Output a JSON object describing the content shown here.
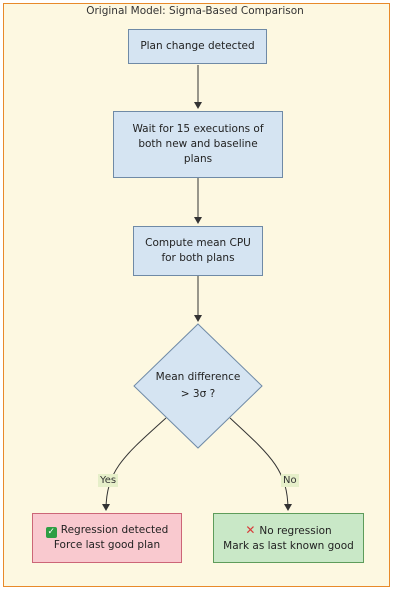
{
  "diagram": {
    "title": "Original Model: Sigma-Based Comparison",
    "nodes": {
      "plan_change": "Plan change detected",
      "wait_line1": "Wait for 15 executions of",
      "wait_line2": "both new and baseline",
      "wait_line3": "plans",
      "compute_line1": "Compute mean CPU",
      "compute_line2": "for both plans",
      "decision_line1": "Mean difference",
      "decision_line2": "> 3σ ?",
      "regression_line1": "Regression detected",
      "regression_line2": "Force last good plan",
      "no_regression_line1": "No regression",
      "no_regression_line2": "Mark as last known good"
    },
    "edges": {
      "yes_label": "Yes",
      "no_label": "No"
    },
    "icons": {
      "check": "check-icon",
      "cross": "cross-icon"
    },
    "colors": {
      "frame_border": "#e88a2a",
      "frame_fill": "#fdf8e1",
      "process_fill": "#d5e4f2",
      "regression_fill": "#f9c9cf",
      "ok_fill": "#c9e8c7"
    }
  }
}
